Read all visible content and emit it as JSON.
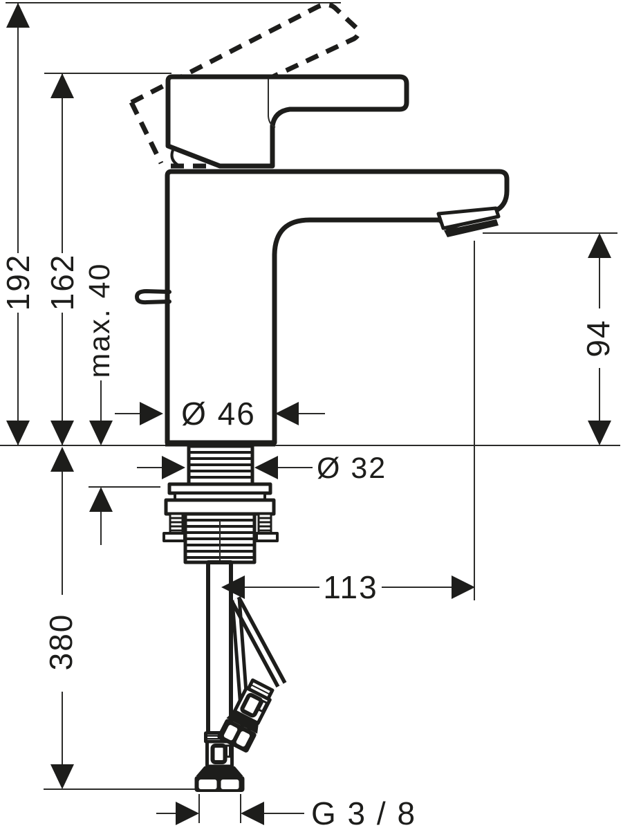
{
  "diagram": {
    "labels": {
      "overall_height": "192",
      "handle_height": "162",
      "max_deck_thickness": "max. 40",
      "base_diameter": "Ø 46",
      "shank_diameter": "Ø 32",
      "spout_outlet_height": "94",
      "spout_reach": "113",
      "hose_length": "380",
      "connection_thread": "G 3 / 8"
    },
    "colors": {
      "ink": "#1d1d1b",
      "thin_line": "#2b2b29",
      "background": "#ffffff"
    }
  }
}
